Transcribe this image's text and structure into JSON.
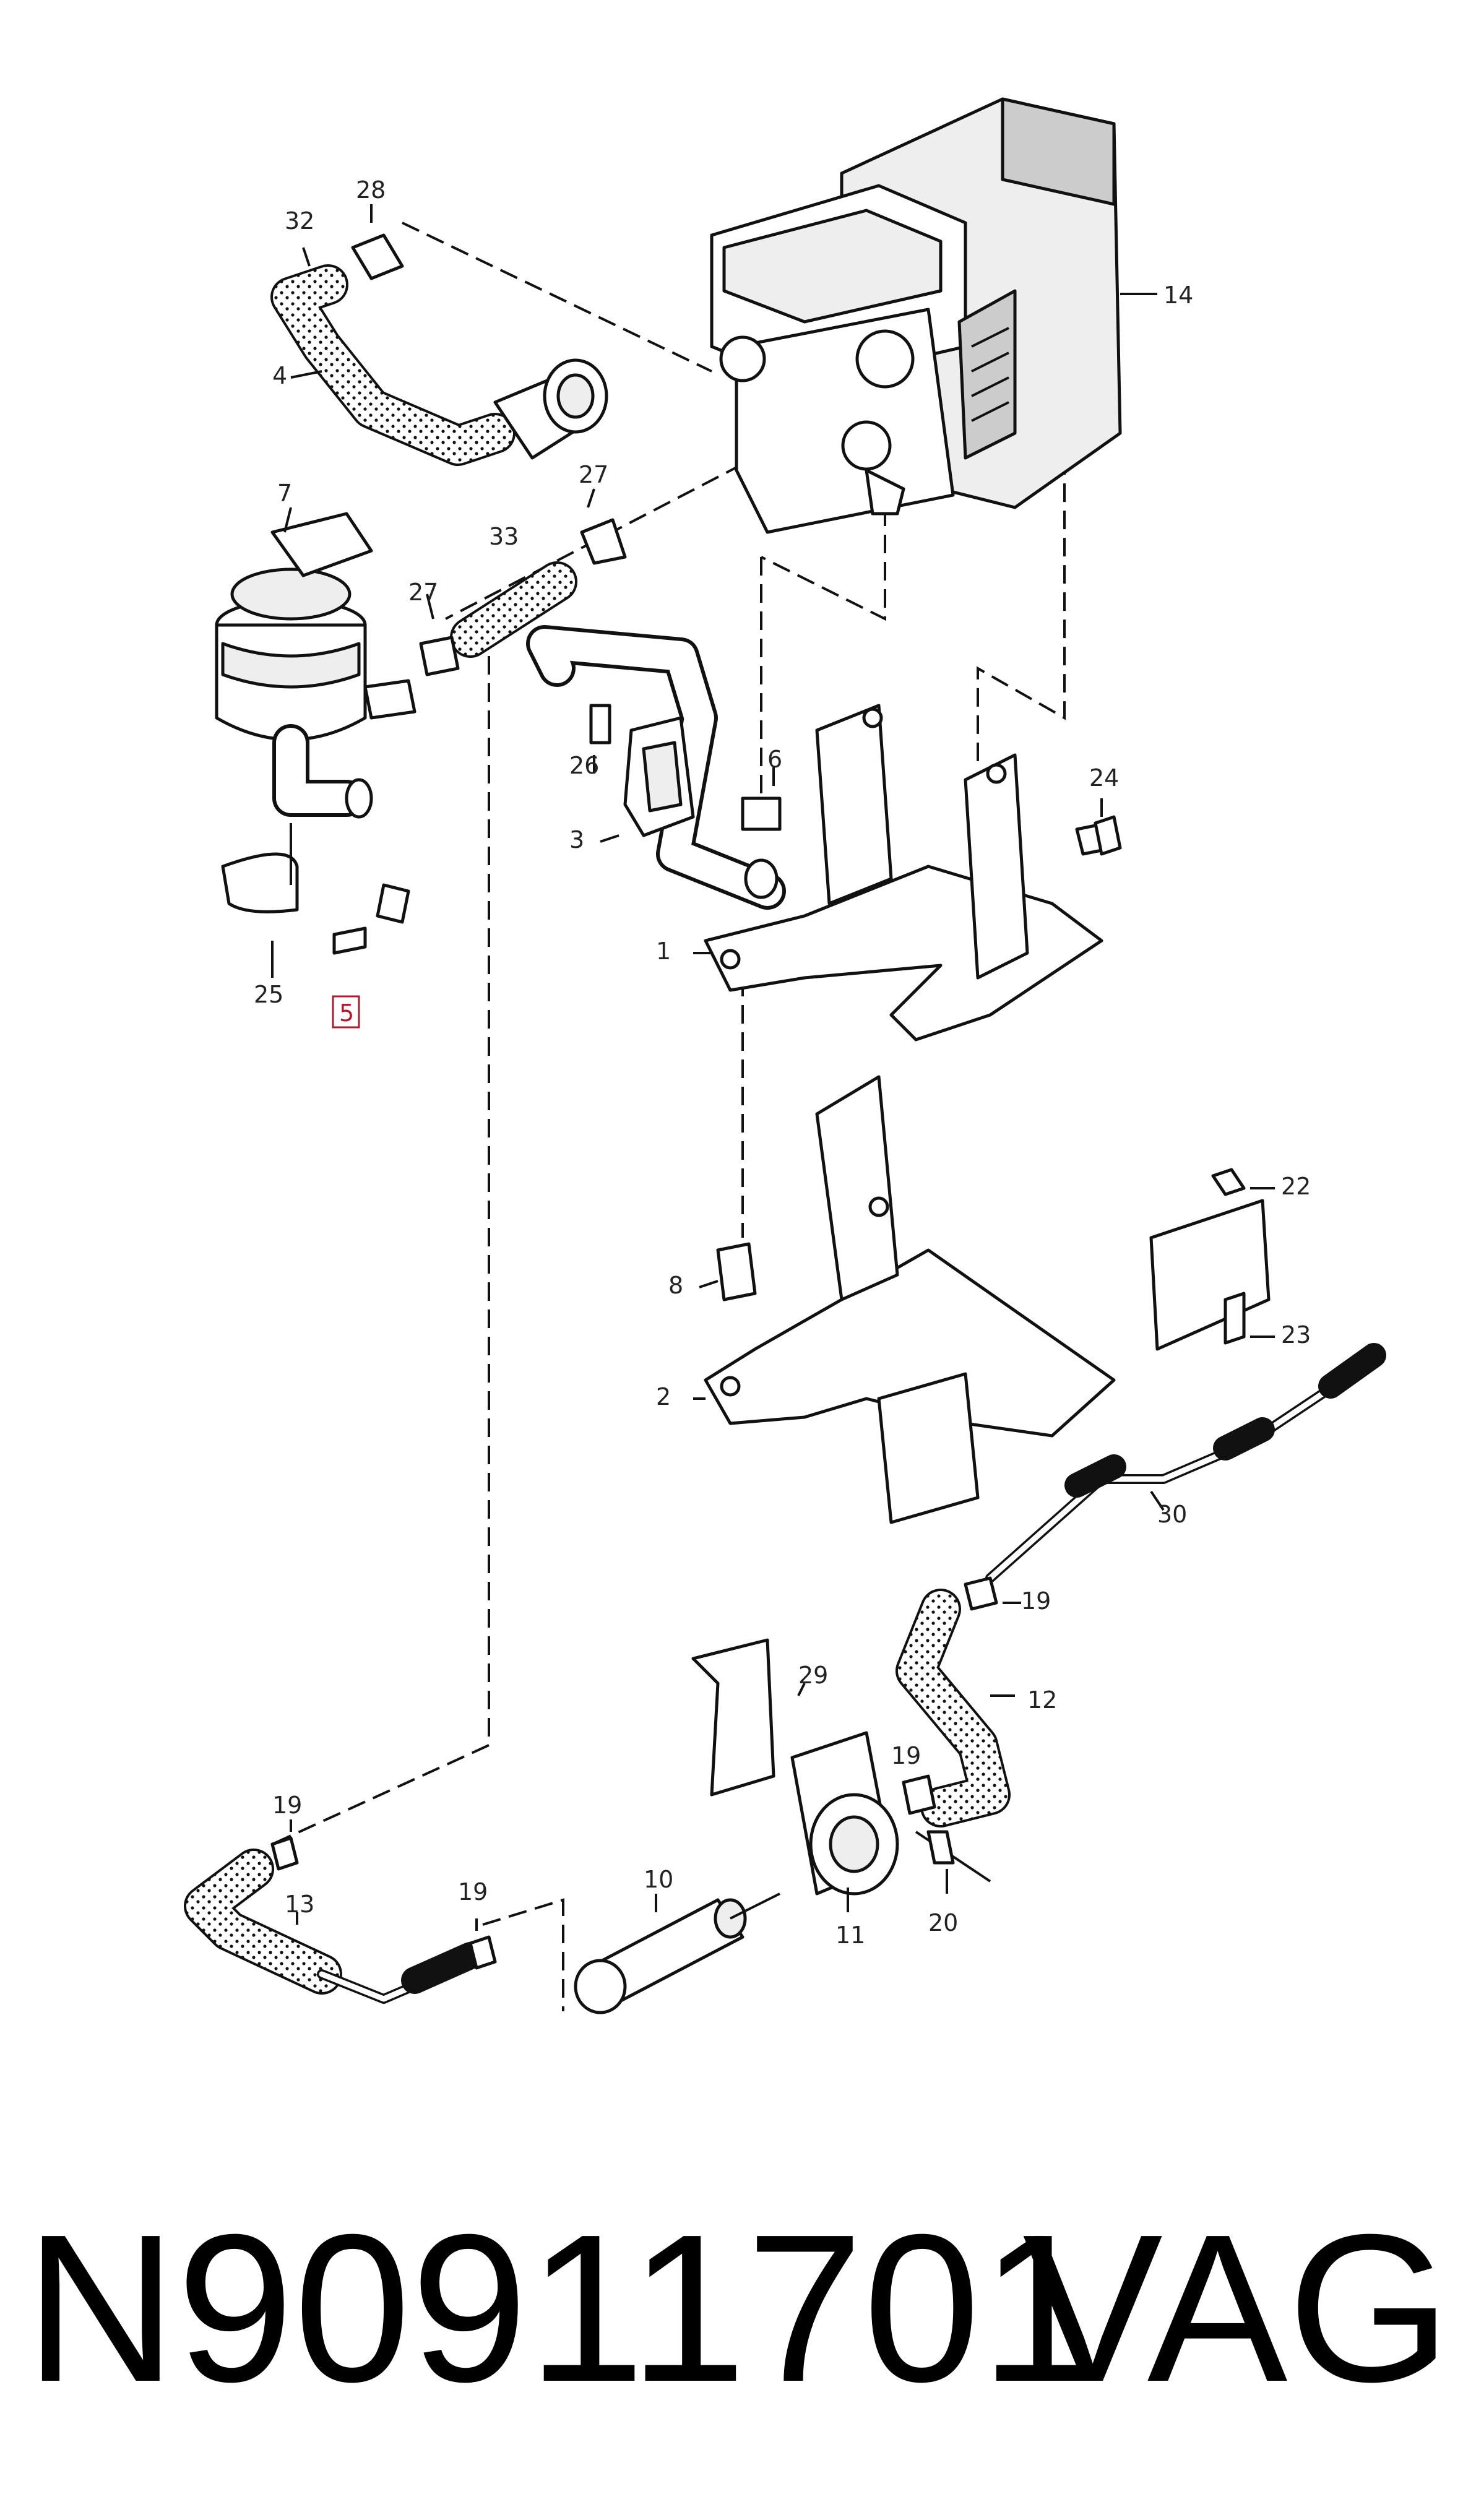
{
  "labels": {
    "l1": "1",
    "l2": "2",
    "l3": "3",
    "l4": "4",
    "l5": "5",
    "l6": "6",
    "l7": "7",
    "l8": "8",
    "l10": "10",
    "l11": "11",
    "l12": "12",
    "l13": "13",
    "l14": "14",
    "l19a": "19",
    "l19b": "19",
    "l19c": "19",
    "l19d": "19",
    "l20": "20",
    "l22": "22",
    "l23": "23",
    "l24": "24",
    "l25": "25",
    "l26": "26",
    "l27a": "27",
    "l27b": "27",
    "l28": "28",
    "l29": "29",
    "l30": "30",
    "l32": "32",
    "l33": "33"
  },
  "highlight_color": "#b0182e",
  "footer": {
    "part_number": "N90911701",
    "brand": "VAG"
  }
}
